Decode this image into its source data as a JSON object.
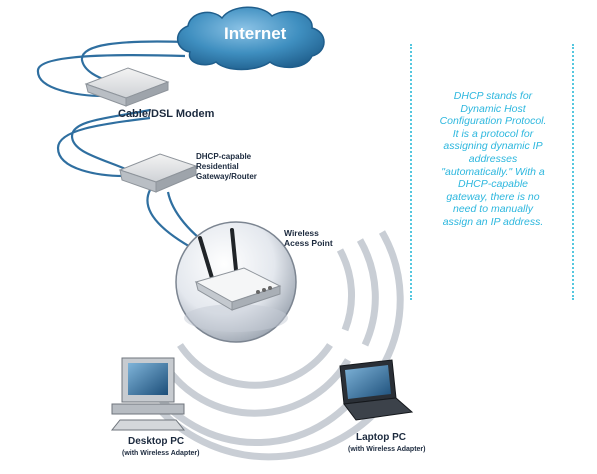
{
  "labels": {
    "internet": "Internet",
    "modem": "Cable/DSL Modem",
    "router_line1": "DHCP-capable",
    "router_line2": "Residential",
    "router_line3": "Gateway/Router",
    "ap_line1": "Wireless",
    "ap_line2": "Acess Point",
    "desktop": "Desktop PC",
    "desktop_sub": "(with Wireless Adapter)",
    "laptop": "Laptop PC",
    "laptop_sub": "(with Wireless Adapter)"
  },
  "note": {
    "lines": [
      "DHCP stands for",
      "Dynamic Host",
      "Configuration Protocol.",
      "It is a protocol for",
      "assigning dynamic IP",
      "addresses",
      "\"automatically.\" With a",
      "DHCP-capable",
      "gateway, there is no",
      "need to manually",
      "assign an IP address."
    ]
  },
  "colors": {
    "cloud": "#3f8fc0",
    "cable": "#2f6fa0",
    "note_text": "#2db7de",
    "wave": "#c4cbd2"
  }
}
